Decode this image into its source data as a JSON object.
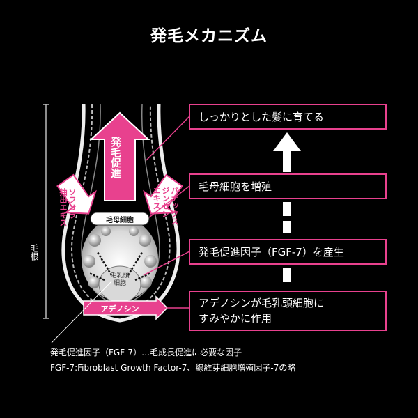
{
  "title": "発毛メカニズム",
  "boxes": [
    "しっかりとした髪に育てる",
    "毛母細胞を増殖",
    "発毛促進因子（FGF-7）を産生",
    "アデノシンが毛乳頭細胞に\nすみやかに作用"
  ],
  "diagram": {
    "growth_arrow_label": "発毛促進",
    "left_extract": "ソフォラ\n抽出エキス",
    "right_extract": "パナックス\nジンセン\nエキス",
    "matrix_cell": "毛母細胞",
    "papilla_cell": "毛乳頭\n細胞",
    "adenosine": "アデノシン",
    "root": "毛根"
  },
  "footnotes": [
    "発毛促進因子（FGF-7）…毛成長促進に必要な因子",
    "FGF-7:Fibroblast Growth Factor-7、線維芽細胞増殖因子-7の略"
  ],
  "colors": {
    "accent": "#e8418e",
    "background": "#000000",
    "text": "#ffffff"
  }
}
